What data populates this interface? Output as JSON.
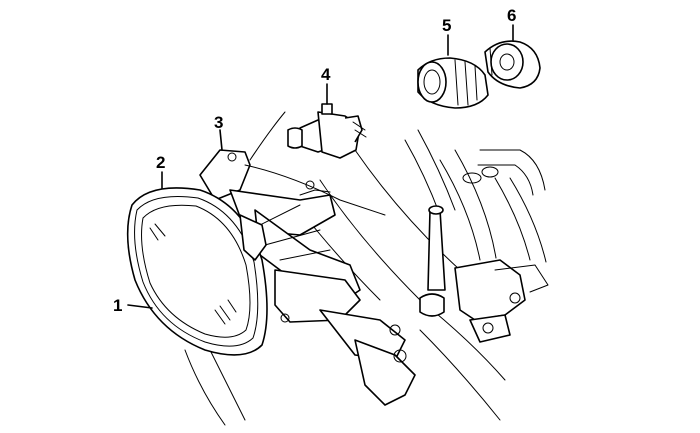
{
  "callouts": [
    {
      "id": "1",
      "label": "1"
    },
    {
      "id": "2",
      "label": "2"
    },
    {
      "id": "3",
      "label": "3"
    },
    {
      "id": "4",
      "label": "4"
    },
    {
      "id": "5",
      "label": "5"
    },
    {
      "id": "6",
      "label": "6"
    }
  ],
  "colors": {
    "ink": "#000000",
    "paper": "#ffffff"
  }
}
